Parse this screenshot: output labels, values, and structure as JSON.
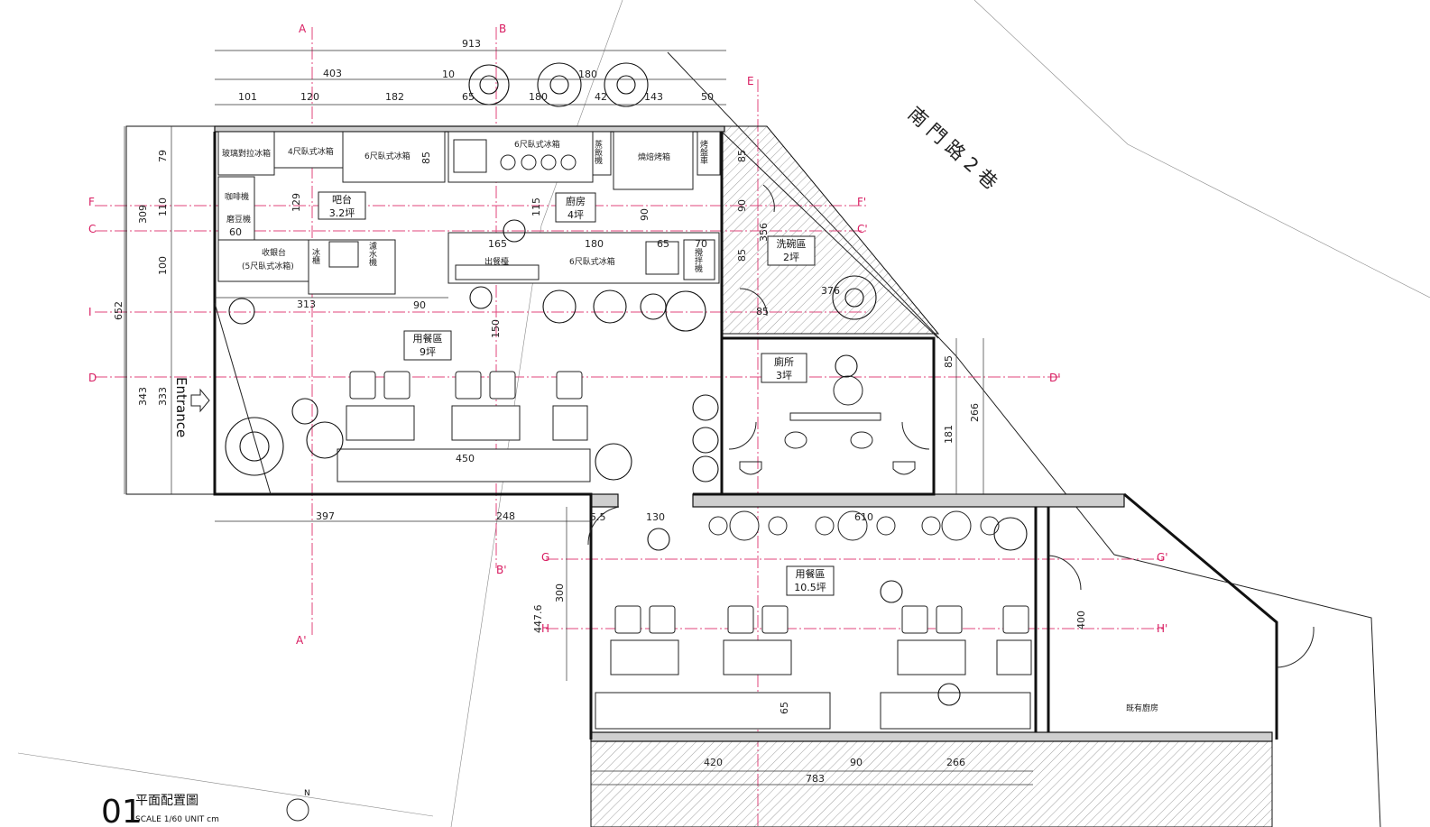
{
  "road_name": "南 門 路 2 巷",
  "entrance": "Entrance",
  "rooms": {
    "bar": {
      "name": "吧台",
      "area": "3.2坪"
    },
    "kitchen": {
      "name": "廚房",
      "area": "4坪"
    },
    "dining1": {
      "name": "用餐區",
      "area": "9坪"
    },
    "dishwash": {
      "name": "洗碗區",
      "area": "2坪"
    },
    "toilet": {
      "name": "廁所",
      "area": "3坪"
    },
    "dining2": {
      "name": "用餐區",
      "area": "10.5坪"
    }
  },
  "labels": {
    "glass_fridge": "玻璃對拉冰箱",
    "fridge4": "4尺臥式冰箱",
    "fridge6a": "6尺臥式冰箱",
    "fridge6b": "6尺臥式冰箱",
    "fridge6c": "6尺臥式冰箱",
    "coffee": "咖啡機",
    "grinder": "磨豆機",
    "cashier": "收銀台",
    "cashier_sub": "(5尺臥式冰箱)",
    "ice": "冰櫃",
    "water": "濾水機",
    "serve": "出餐檯",
    "oven": "燒焙烤箱",
    "steam": "蒸飯機",
    "roaster": "烤盤車",
    "mixer": "攪拌機",
    "existing_kitchen": "既有廚房"
  },
  "dimensions": {
    "d913": "913",
    "d403": "403",
    "d10": "10",
    "d180a": "180",
    "d101": "101",
    "d120": "120",
    "d182": "182",
    "d65a": "65",
    "d180b": "180",
    "d42": "42",
    "d143": "143",
    "d50": "50",
    "d79": "79",
    "d309": "309",
    "d110": "110",
    "d100": "100",
    "d652": "652",
    "d343": "343",
    "d333": "333",
    "d85a": "85",
    "d129": "129",
    "d60": "60",
    "d115": "115",
    "d90a": "90",
    "d165": "165",
    "d180c": "180",
    "d65b": "65",
    "d70": "70",
    "d313": "313",
    "d90b": "90",
    "d150": "150",
    "d450": "450",
    "d85b": "85",
    "d90c": "90",
    "d356": "356",
    "d85c": "85",
    "d85d": "85",
    "d376": "376",
    "d85e": "85",
    "d266a": "266",
    "d181": "181",
    "d397": "397",
    "d248": "248",
    "d5_5": "5.5",
    "d130": "130",
    "d610": "610",
    "d300": "300",
    "d447_6": "447.6",
    "d400": "400",
    "d65c": "65",
    "d420": "420",
    "d90d": "90",
    "d266b": "266",
    "d783": "783"
  },
  "section_marks": {
    "A": "A",
    "A_prime": "A'",
    "B": "B",
    "B_prime": "B'",
    "E": "E",
    "C": "C",
    "C_prime": "C'",
    "D": "D",
    "D_prime": "D'",
    "F": "F",
    "F_prime": "F'",
    "I": "I",
    "G": "G",
    "G_prime": "G'",
    "H": "H",
    "H_prime": "H'"
  },
  "title_block": {
    "number": "01",
    "title": "平面配置圖",
    "scale": "SCALE    1/60     UNIT     cm"
  },
  "north": "N",
  "colors": {
    "section_line": "#e0457b",
    "walls": "#111111"
  }
}
